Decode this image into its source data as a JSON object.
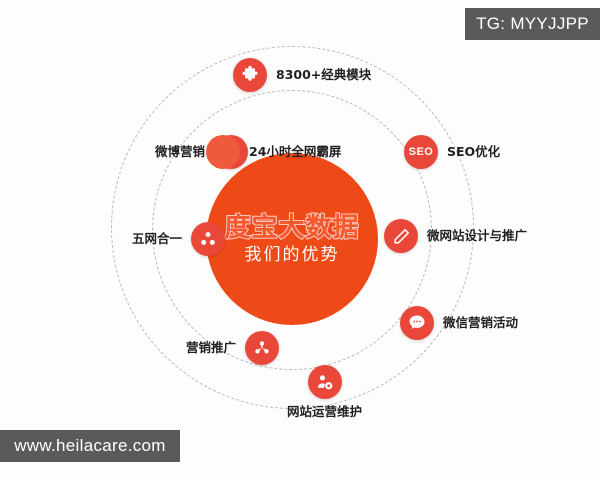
{
  "watermarks": {
    "telegram": "TG: MYYJJPP",
    "website": "www.heilacare.com"
  },
  "core": {
    "title": "度宝大数据",
    "subtitle": "我们的优势",
    "color": "#ee4a17",
    "title_color": "#f4582d",
    "title_outline_color": "#fbc9c0"
  },
  "theme": {
    "node_color": "#e8473a",
    "ring_color": "#b9b9b9",
    "badge_color": "#5a5a5a",
    "label_color": "#231f20"
  },
  "nodes": [
    {
      "id": "modules",
      "label": "8300+经典模块",
      "icon": "puzzle-icon",
      "side": "right"
    },
    {
      "id": "seo",
      "label": "SEO优化",
      "icon": "seo-icon",
      "side": "right",
      "icon_text": "SEO"
    },
    {
      "id": "microsite",
      "label": "微网站设计与推广",
      "icon": "pencil-icon",
      "side": "right"
    },
    {
      "id": "wechat",
      "label": "微信营销活动",
      "icon": "chat-bubble-icon",
      "side": "right"
    },
    {
      "id": "ops",
      "label": "网站运营维护",
      "icon": "user-gear-icon",
      "side": "bottom"
    },
    {
      "id": "promo",
      "label": "营销推广",
      "icon": "share-nodes-icon",
      "side": "left"
    },
    {
      "id": "fivenet",
      "label": "五网合一",
      "icon": "cluster-icon",
      "side": "left"
    },
    {
      "id": "weibo",
      "label": "微博营销",
      "icon": "weibo-icon",
      "side": "left"
    },
    {
      "id": "screen",
      "label": "24小时全网霸屏",
      "icon": "solid-dot-icon",
      "side": "right"
    }
  ]
}
